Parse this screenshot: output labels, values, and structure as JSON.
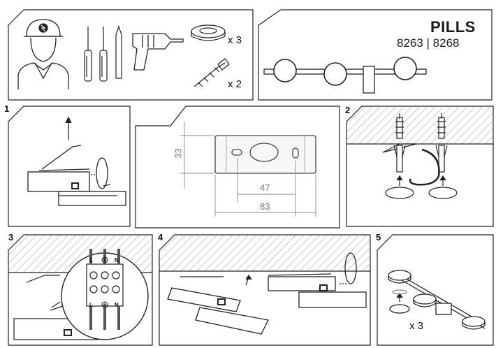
{
  "product": {
    "title": "PILLS",
    "codes": "8263 | 8268"
  },
  "tools": {
    "lamp_qty": "x 3",
    "dowel_qty": "x 2"
  },
  "steps": {
    "s1": "1",
    "s2": "2",
    "s3": "3",
    "s4": "4",
    "s5": "5"
  },
  "dimensions": {
    "height": "33",
    "hole_spacing": "47",
    "length": "83"
  },
  "terminal": {
    "top_l": "L",
    "top_n": "N",
    "bottom_l": "L",
    "bottom_n": "N"
  },
  "step5": {
    "qty": "x 3"
  },
  "colors": {
    "line": "#222222",
    "hatch": "#999999",
    "dim": "#888888"
  }
}
